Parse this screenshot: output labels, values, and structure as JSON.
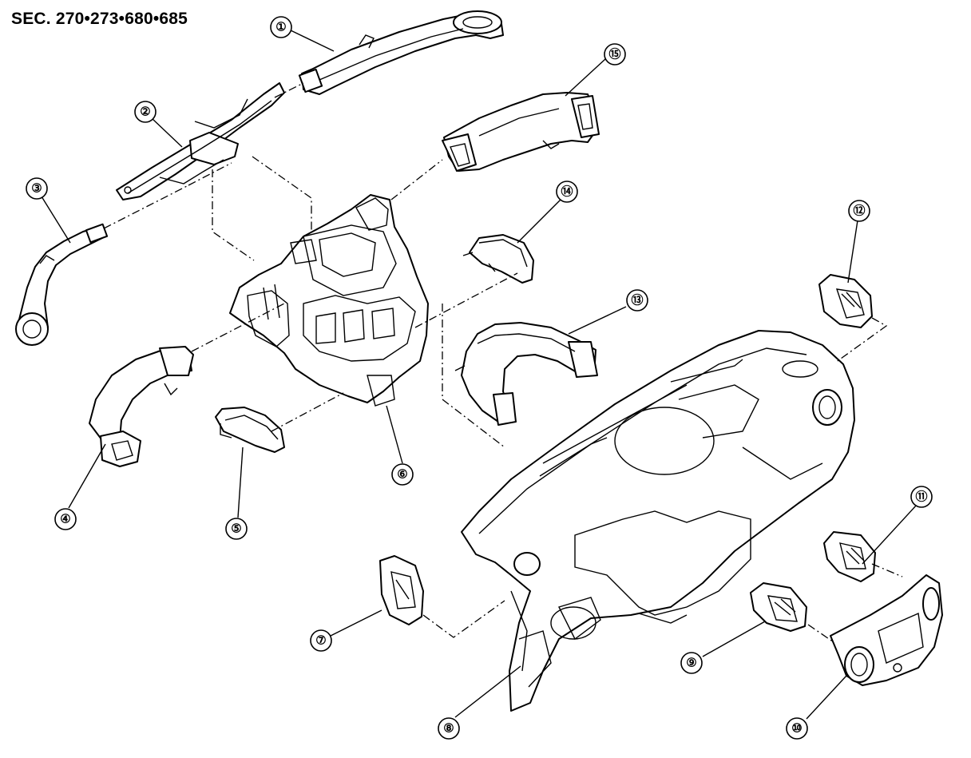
{
  "title": "SEC. 270•273•680•685",
  "callouts": [
    {
      "id": 1,
      "label": "①"
    },
    {
      "id": 2,
      "label": "②"
    },
    {
      "id": 3,
      "label": "③"
    },
    {
      "id": 4,
      "label": "④"
    },
    {
      "id": 5,
      "label": "⑤"
    },
    {
      "id": 6,
      "label": "⑥"
    },
    {
      "id": 7,
      "label": "⑦"
    },
    {
      "id": 8,
      "label": "⑧"
    },
    {
      "id": 9,
      "label": "⑨"
    },
    {
      "id": 10,
      "label": "⑩"
    },
    {
      "id": 11,
      "label": "⑪"
    },
    {
      "id": 12,
      "label": "⑫"
    },
    {
      "id": 13,
      "label": "⑬"
    },
    {
      "id": 14,
      "label": "⑭"
    },
    {
      "id": 15,
      "label": "⑮"
    }
  ]
}
